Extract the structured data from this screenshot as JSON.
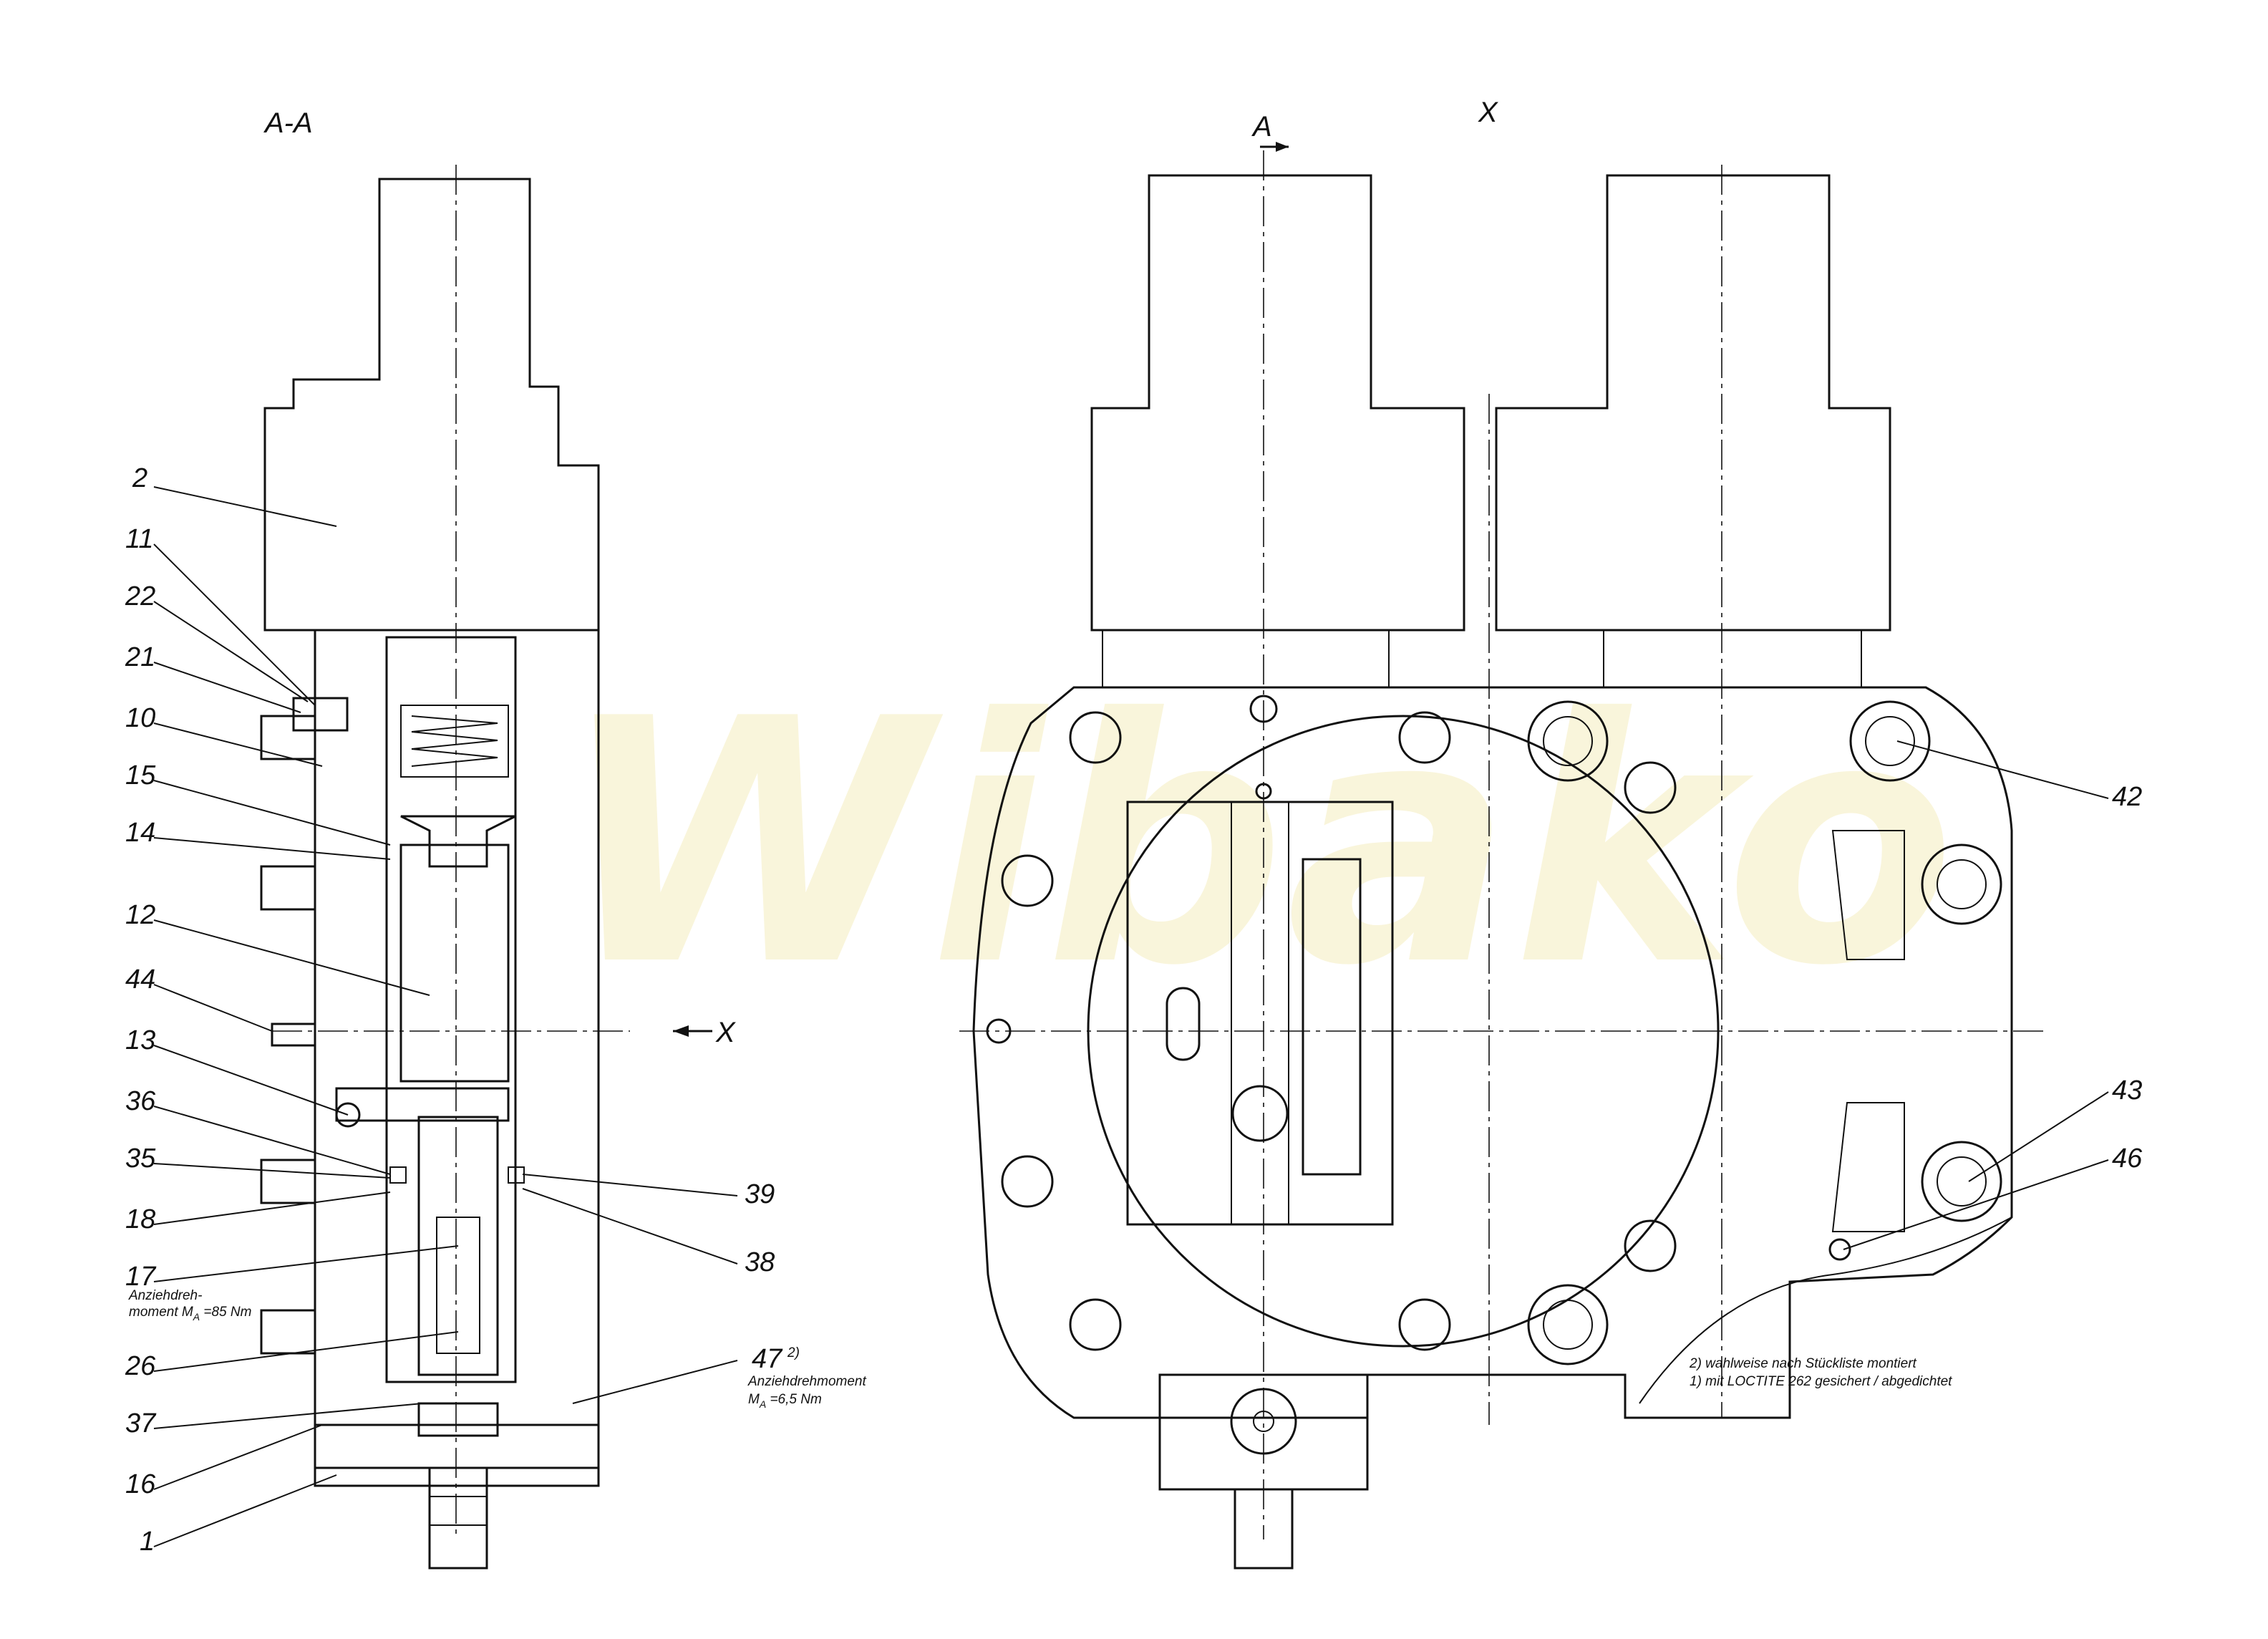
{
  "views": {
    "section_title": "A-A",
    "view_title": "X",
    "section_marker": "A",
    "direction_marker": "X"
  },
  "watermark": {
    "text": "Wibako"
  },
  "callouts": [
    {
      "id": "2",
      "text": "2"
    },
    {
      "id": "11",
      "text": "11"
    },
    {
      "id": "22",
      "text": "22"
    },
    {
      "id": "21",
      "text": "21"
    },
    {
      "id": "10",
      "text": "10"
    },
    {
      "id": "15",
      "text": "15"
    },
    {
      "id": "14",
      "text": "14"
    },
    {
      "id": "12",
      "text": "12"
    },
    {
      "id": "44",
      "text": "44"
    },
    {
      "id": "13",
      "text": "13"
    },
    {
      "id": "36",
      "text": "36"
    },
    {
      "id": "35",
      "text": "35"
    },
    {
      "id": "18",
      "text": "18"
    },
    {
      "id": "17",
      "text": "17"
    },
    {
      "id": "26",
      "text": "26"
    },
    {
      "id": "37",
      "text": "37"
    },
    {
      "id": "16",
      "text": "16"
    },
    {
      "id": "1",
      "text": "1"
    },
    {
      "id": "39",
      "text": "39"
    },
    {
      "id": "38",
      "text": "38"
    },
    {
      "id": "47",
      "text": "47",
      "sup": "2)"
    },
    {
      "id": "42",
      "text": "42"
    },
    {
      "id": "43",
      "text": "43"
    },
    {
      "id": "46",
      "text": "46"
    }
  ],
  "notes": {
    "torque_17_line1": "Anziehdreh-",
    "torque_17_line2": "moment M",
    "torque_17_sub": "A",
    "torque_17_value": " =85 Nm",
    "torque_47_line1": "Anziehdrehmoment",
    "torque_47_line2": "M",
    "torque_47_sub": "A",
    "torque_47_value": " =6,5 Nm",
    "footnote_2": "2) wahlweise nach Stückliste montiert",
    "footnote_1": "1) mit LOCTITE 262 gesichert / abgedichtet"
  }
}
